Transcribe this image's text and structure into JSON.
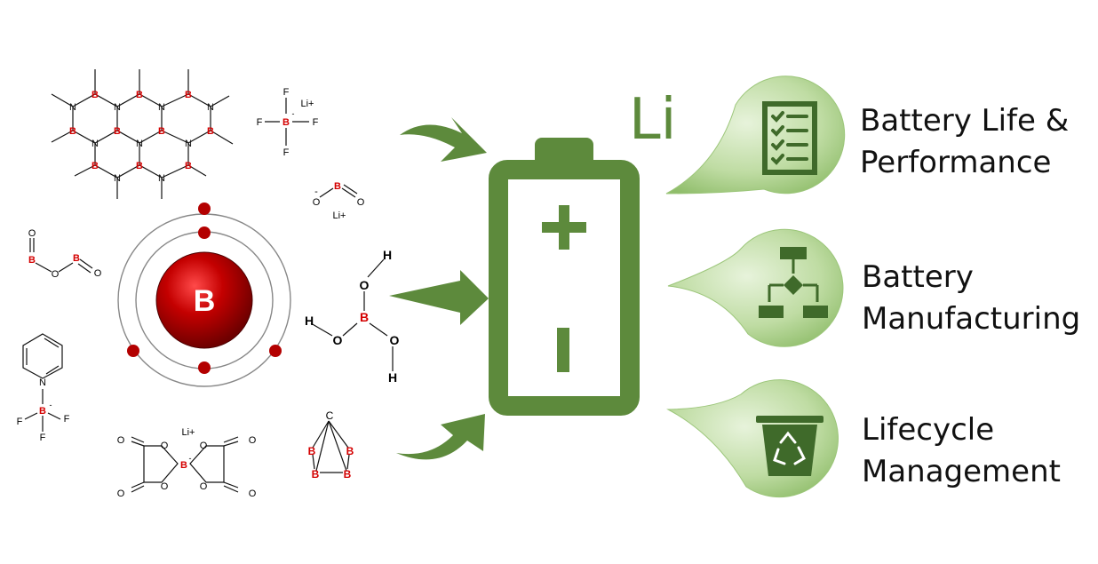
{
  "atom": {
    "symbol": "B"
  },
  "battery": {
    "element": "Li"
  },
  "outcomes": [
    {
      "line1": "Battery Life &",
      "line2": "Performance",
      "icon": "checklist-icon"
    },
    {
      "line1": "Battery",
      "line2": "Manufacturing",
      "icon": "flowchart-icon"
    },
    {
      "line1": "Lifecycle",
      "line2": "Management",
      "icon": "recycle-bin-icon"
    }
  ],
  "molecules": {
    "b": "B",
    "n": "N",
    "o": "O",
    "f": "F",
    "h": "H",
    "c": "C",
    "li_ion": "Li+",
    "minus": "-"
  },
  "colors": {
    "green": "#5d8a3c",
    "bubble": "#b8d99a",
    "boron_red": "#d40000",
    "atom_red": "#a50000"
  }
}
